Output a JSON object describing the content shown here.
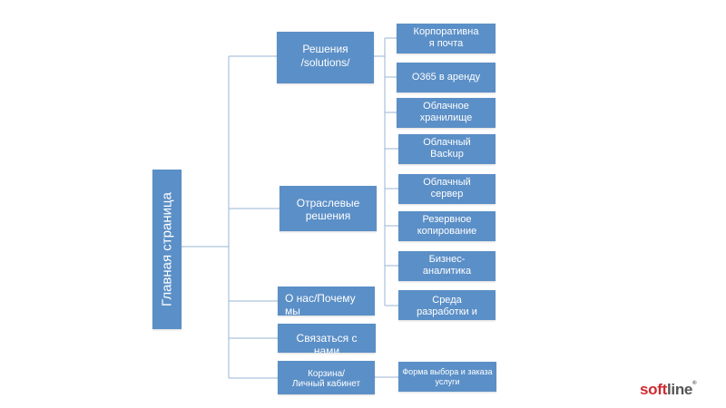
{
  "colors": {
    "box_fill": "#5b8fc7",
    "connector": "#9ab4d4",
    "logo_red": "#d0292f",
    "logo_gray": "#555555"
  },
  "root": {
    "label": "Главная страница"
  },
  "level1": {
    "solutions": [
      "Решения",
      "/solutions/"
    ],
    "industry": [
      "Отраслевые",
      "решения"
    ],
    "about": [
      "О нас/Почему",
      "мы"
    ],
    "contact": [
      "Связаться с",
      "нами"
    ],
    "cart": [
      "Корзина/",
      "Личный кабинет"
    ]
  },
  "level2": {
    "mail": [
      "Корпоративна",
      "я почта"
    ],
    "o365": [
      "O365 в аренду"
    ],
    "storage": [
      "Облачное",
      "хранилище"
    ],
    "backup": [
      "Облачный",
      "Backup"
    ],
    "server": [
      "Облачный",
      "сервер"
    ],
    "reserve": [
      "Резервное",
      "копирование"
    ],
    "bi": [
      "Бизнес-",
      "аналитика"
    ],
    "dev": [
      "Среда",
      "разработки и"
    ],
    "form": [
      "Форма выбора и заказа",
      "услуги"
    ]
  },
  "logo": {
    "soft": "soft",
    "line": "line",
    "reg": "®"
  }
}
